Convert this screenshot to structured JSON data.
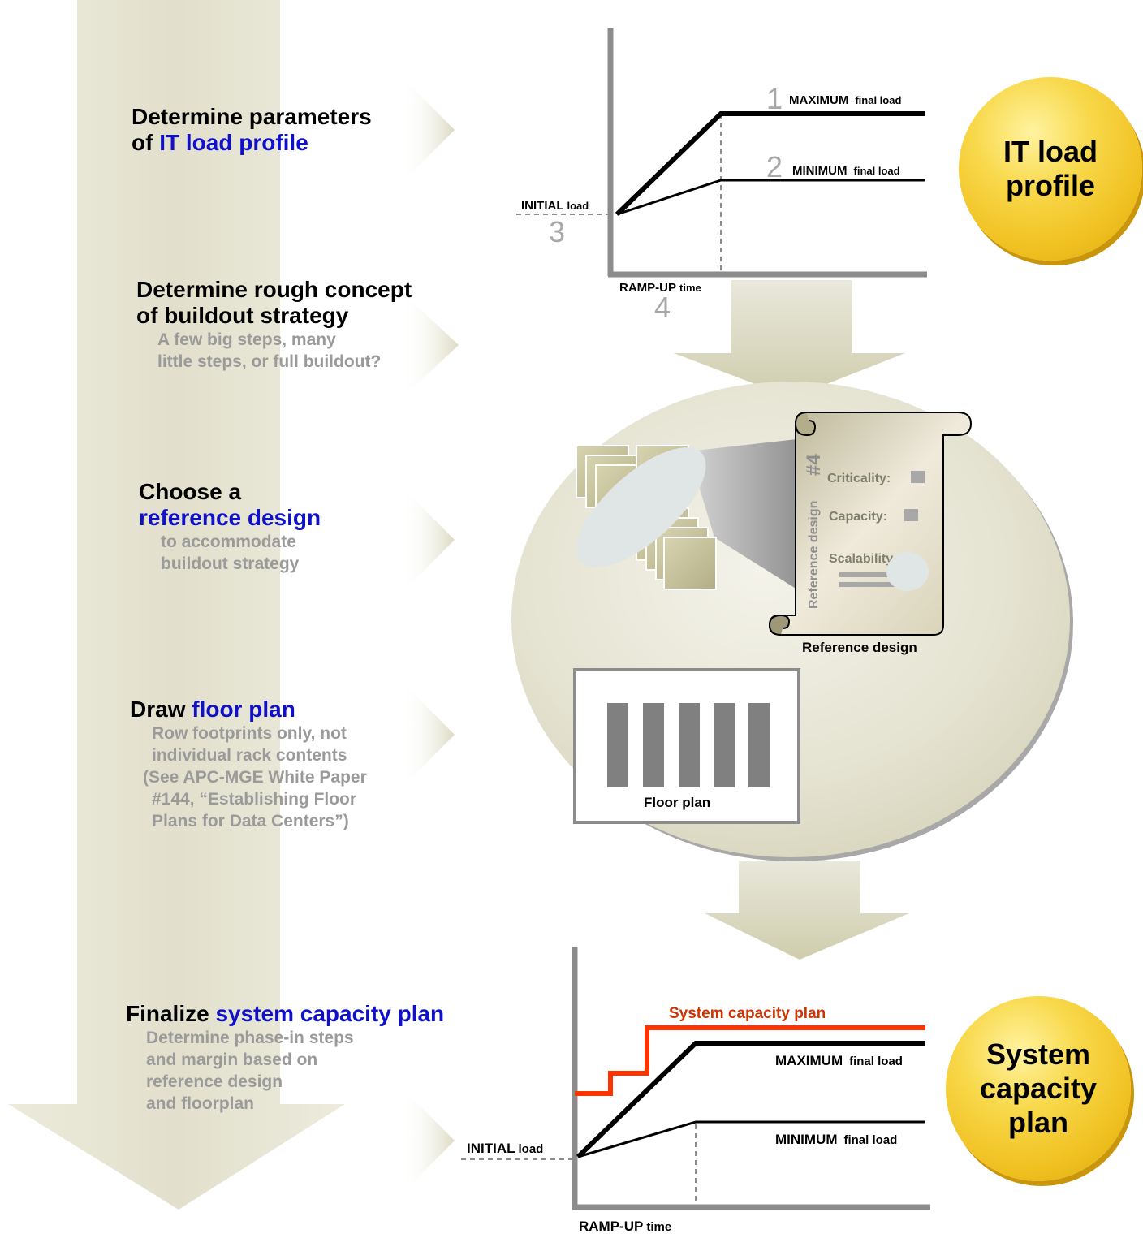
{
  "steps": [
    {
      "title_1": "Determine parameters",
      "title_2_pre": "of ",
      "title_2_hl": "IT load profile"
    },
    {
      "title_1": "Determine rough concept",
      "title_2": "of buildout strategy",
      "sub_1": "A few big steps, many",
      "sub_2": "little steps, or full buildout?"
    },
    {
      "title_1": "Choose a",
      "title_hl": "reference design",
      "sub_1": "to accommodate",
      "sub_2": "buildout strategy"
    },
    {
      "title_pre": "Draw ",
      "title_hl": "floor plan",
      "sub_1": "Row footprints only, not",
      "sub_2": "individual rack contents",
      "sub_3": "(See APC-MGE White Paper",
      "sub_4": "#144, “Establishing Floor",
      "sub_5": "Plans for Data Centers”)"
    },
    {
      "title_pre": "Finalize ",
      "title_hl": "system capacity plan",
      "sub_1": "Determine phase-in steps",
      "sub_2": "and margin based on",
      "sub_3": "reference design",
      "sub_4": "and floorplan"
    }
  ],
  "top_chart": {
    "max_num": "1",
    "max_bold": "MAXIMUM",
    "max_small": "final load",
    "min_num": "2",
    "min_bold": "MINIMUM",
    "min_small": "final load",
    "init_bold": "INITIAL",
    "init_small": "load",
    "init_num": "3",
    "ramp_bold": "RAMP-UP",
    "ramp_small": "time",
    "ramp_num": "4"
  },
  "bottom_chart": {
    "capacity_label": "System capacity plan",
    "max_bold": "MAXIMUM",
    "max_small": "final load",
    "min_bold": "MINIMUM",
    "min_small": "final load",
    "init_bold": "INITIAL",
    "init_small": "load",
    "ramp_bold": "RAMP-UP",
    "ramp_small": "time"
  },
  "badges": {
    "it_load_1": "IT load",
    "it_load_2": "profile",
    "capacity_1": "System",
    "capacity_2": "capacity",
    "capacity_3": "plan"
  },
  "reference": {
    "card_tag": "#4",
    "scroll_vertical": "Reference design",
    "scroll_number": "#4",
    "criticality": "Criticality:",
    "capacity": "Capacity:",
    "scalability": "Scalability:",
    "caption": "Reference design"
  },
  "floor_plan": {
    "caption": "Floor plan"
  },
  "colors": {
    "arrow_fill": "#e6e4d2",
    "highlight": "#1010c8",
    "subtext": "#9a9a9a",
    "capacity_line": "#ff3300",
    "axis": "#8c8c8c",
    "badge": "#f5cf2e",
    "card": "#c9c5a0"
  }
}
